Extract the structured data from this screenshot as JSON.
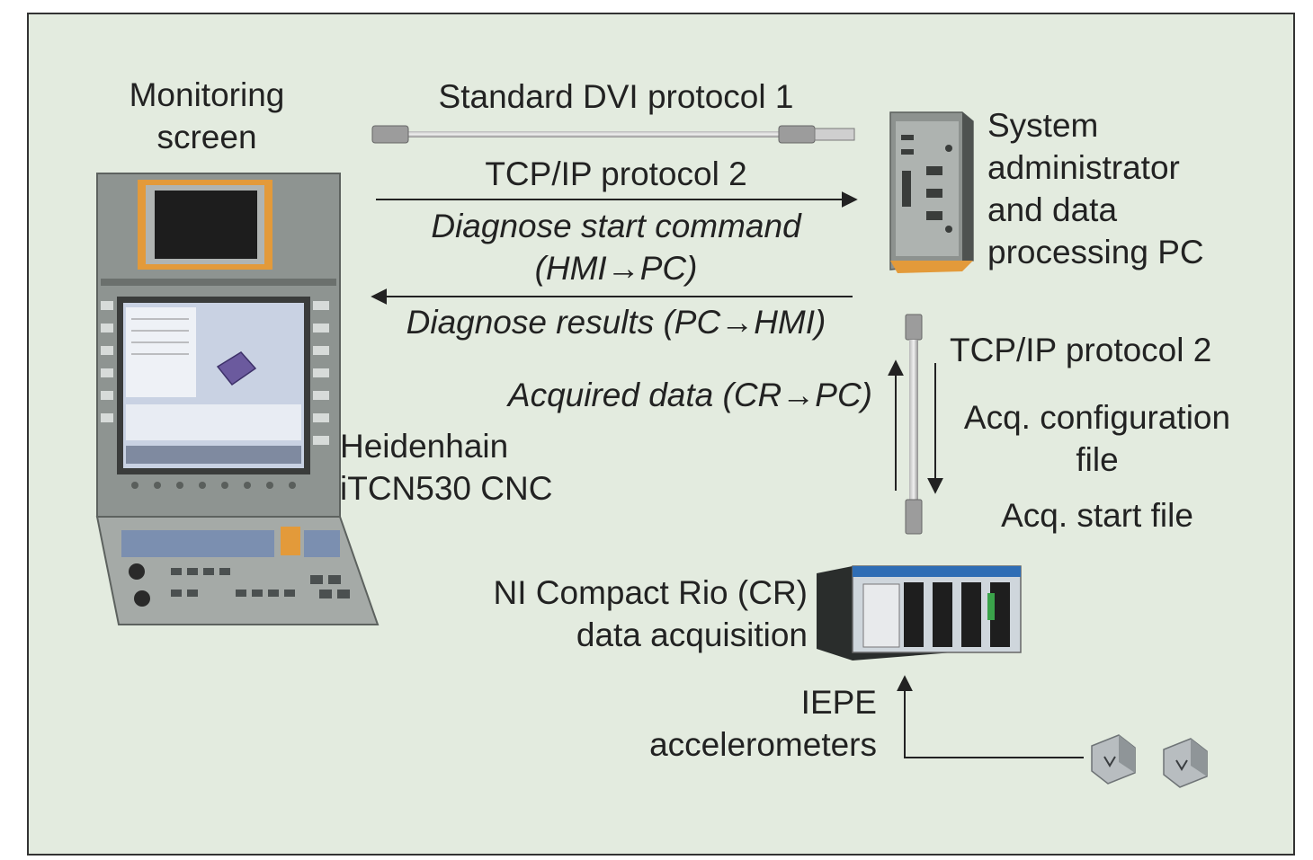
{
  "labels": {
    "monitoring_screen": [
      "Monitoring",
      "screen"
    ],
    "dvi": "Standard DVI protocol 1",
    "tcpip_top": "TCP/IP protocol 2",
    "diag_start": [
      "Diagnose start command",
      "(HMI→PC)"
    ],
    "diag_results": "Diagnose results (PC→HMI)",
    "system_pc": [
      "System",
      "administrator",
      "and data",
      "processing PC"
    ],
    "tcpip_right": "TCP/IP protocol 2",
    "acquired": "Acquired data (CR→PC)",
    "acq_config": [
      "Acq. configuration",
      "file"
    ],
    "acq_start": "Acq. start file",
    "heidenhain": [
      "Heidenhain",
      "iTCN530 CNC"
    ],
    "ni_rio": [
      "NI Compact Rio (CR)",
      "data acquisition"
    ],
    "iepe": [
      "IEPE",
      "accelerometers"
    ]
  },
  "colors": {
    "background": "#e3ebdf",
    "orange_accent": "#e39a3a",
    "screen_blue": "#c9d2e3",
    "part_purple": "#6b5a9e"
  }
}
